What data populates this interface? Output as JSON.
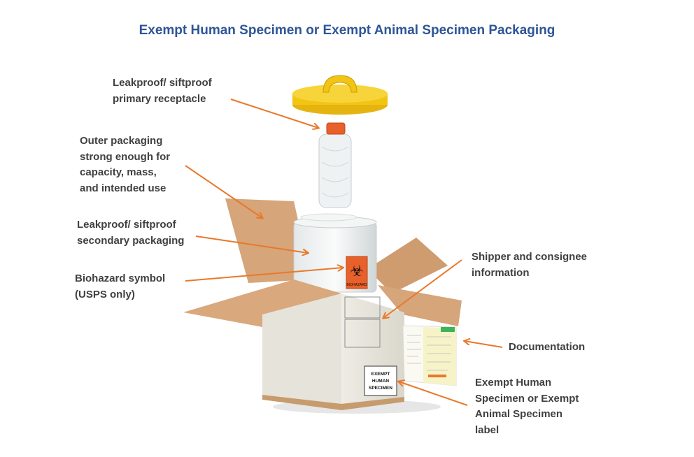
{
  "title": "Exempt Human Specimen or Exempt Animal Specimen Packaging",
  "labels": {
    "primary": "Leakproof/ siftproof\nprimary receptacle",
    "outer": "Outer packaging\nstrong enough for\ncapacity, mass,\nand intended use",
    "secondary": "Leakproof/ siftproof\nsecondary packaging",
    "biohazard": "Biohazard symbol\n(USPS only)",
    "shipper": "Shipper and consignee\ninformation",
    "documentation": "Documentation",
    "exempt": "Exempt Human\nSpecimen or Exempt\nAnimal Specimen\nlabel"
  },
  "box_label": [
    "EXEMPT",
    "HUMAN",
    "SPECIMEN"
  ],
  "biohazard_text": "BIOHAZARD",
  "colors": {
    "title": "#2E5597",
    "text": "#404040",
    "arrow": "#E8792B",
    "cardboard": "#D6A57A",
    "lid": "#F2C515"
  }
}
